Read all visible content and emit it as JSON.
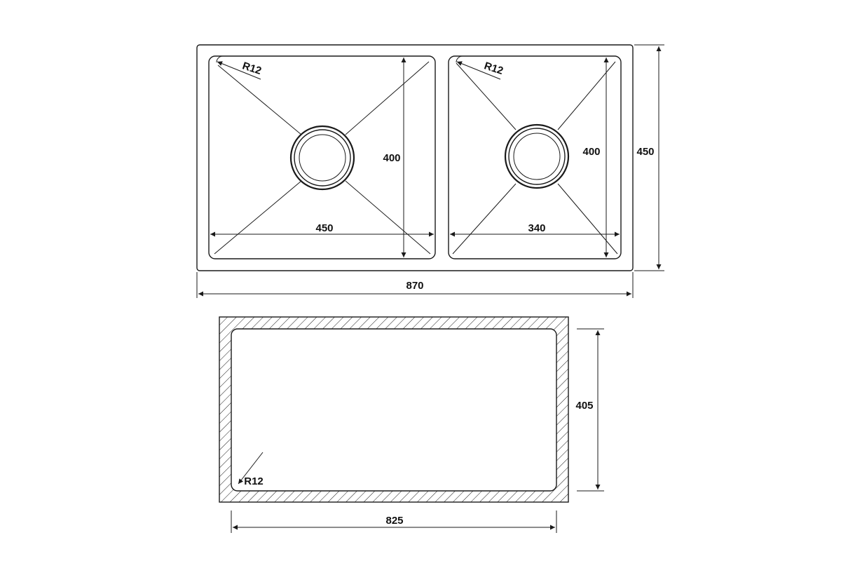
{
  "top_view": {
    "overall_width": "870",
    "overall_height": "450",
    "large_bowl": {
      "width": "450",
      "height": "400",
      "radius": "R12"
    },
    "small_bowl": {
      "width": "340",
      "height": "400",
      "radius": "R12"
    }
  },
  "cutout": {
    "width": "825",
    "height": "405",
    "radius": "R12"
  },
  "colors": {
    "line": "#1a1a1a",
    "background": "#ffffff"
  }
}
